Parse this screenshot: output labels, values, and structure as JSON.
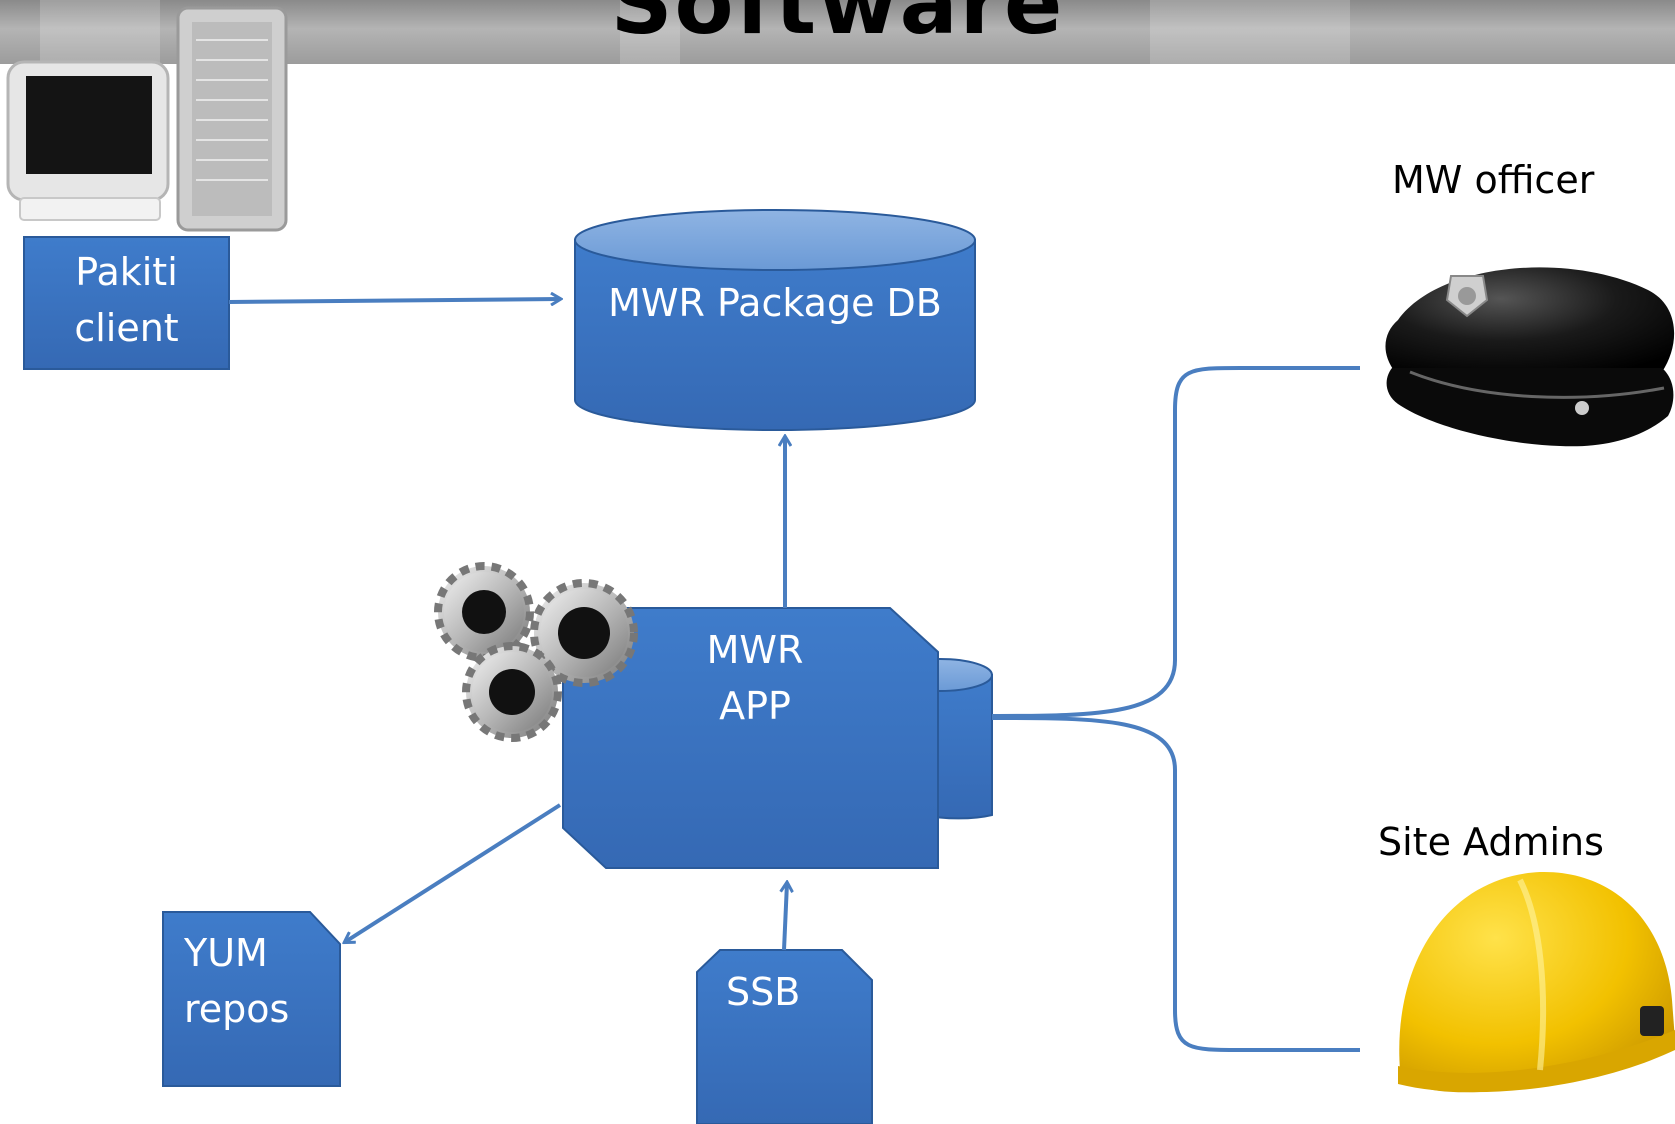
{
  "header": {
    "title": "Software"
  },
  "nodes": {
    "pakiti_client": {
      "line1": "Pakiti",
      "line2": "client"
    },
    "package_db": {
      "label": "MWR Package DB"
    },
    "mwr_app": {
      "line1": "MWR",
      "line2": "APP"
    },
    "yum_repos": {
      "line1": "YUM",
      "line2": "repos"
    },
    "ssb": {
      "label": "SSB"
    }
  },
  "actors": {
    "mw_officer": {
      "label": "MW officer",
      "icon": "police-cap-icon"
    },
    "site_admins": {
      "label": "Site Admins",
      "icon": "hard-hat-icon"
    }
  },
  "icons": {
    "computer": "desktop-computer-icon",
    "gears": "gears-icon"
  },
  "colors": {
    "box": "#3a75c4",
    "box_stroke": "#2a5a9a",
    "connector": "#4a7ec0",
    "banner": "#9e9e9e"
  }
}
